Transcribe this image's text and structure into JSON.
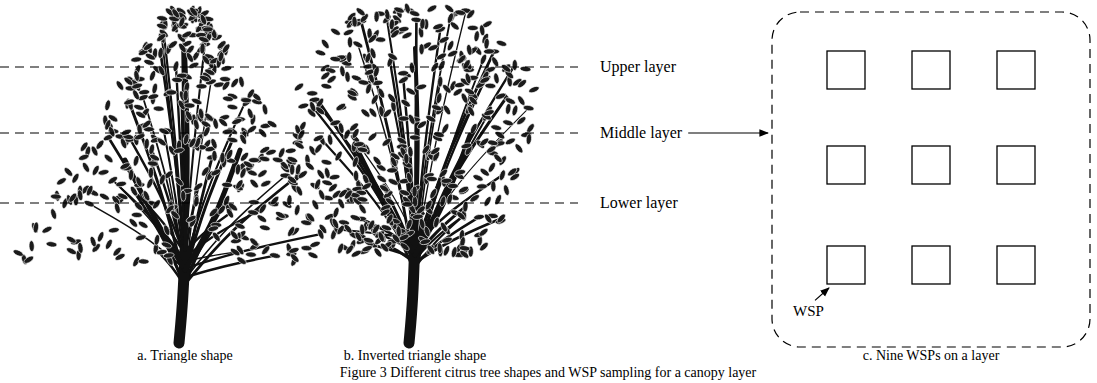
{
  "diagram": {
    "caption": "Figure 3 Different citrus tree shapes and WSP sampling for a canopy layer",
    "labels": [
      "Upper layer",
      "Middle layer",
      "Lower layer",
      "WSP",
      "a. Triangle shape",
      "b. Inverted triangle shape",
      "c. Nine WSPs on a layer"
    ]
  }
}
